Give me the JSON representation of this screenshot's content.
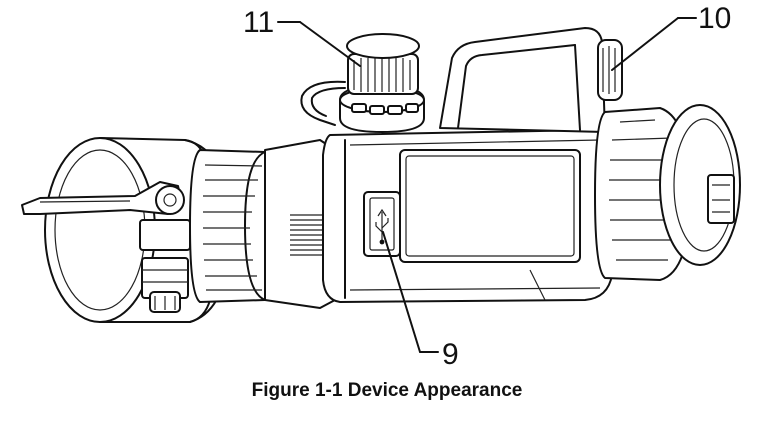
{
  "figure": {
    "caption": "Figure 1-1 Device Appearance",
    "callouts": [
      {
        "id": "11",
        "label": "11"
      },
      {
        "id": "10",
        "label": "10"
      },
      {
        "id": "9",
        "label": "9"
      }
    ]
  },
  "icons": {
    "usb_port": "usb-icon"
  }
}
